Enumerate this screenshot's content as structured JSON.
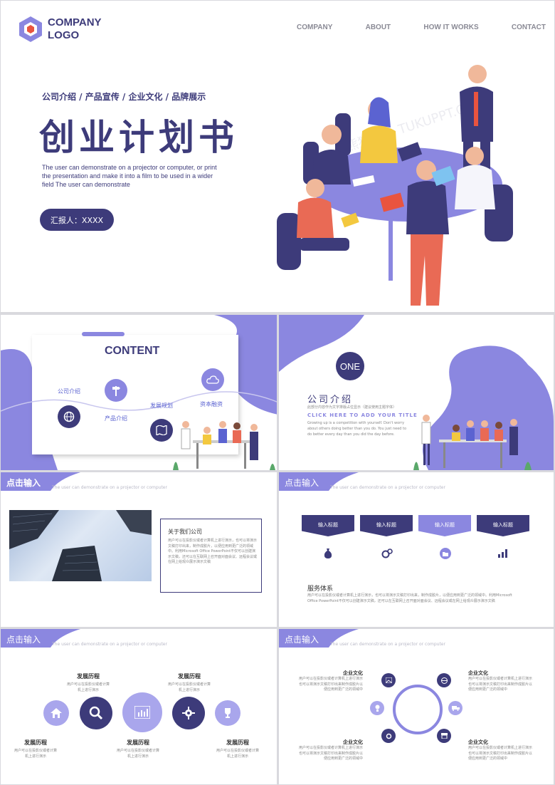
{
  "hero": {
    "logo_line1": "COMPANY",
    "logo_line2": "LOGO",
    "nav": [
      "COMPANY",
      "ABOUT",
      "HOW IT WORKS",
      "CONTACT"
    ],
    "tagline": "公司介绍 / 产品宣传 / 企业文化 / 品牌展示",
    "title": "创业计划书",
    "description": "The user can demonstrate on a projector or computer, or print the presentation and make it into a film to be used in a wider field The user can demonstrate",
    "reporter": "汇报人：XXXX",
    "watermark": "熊猫办公 TUKUPPT.COM"
  },
  "contents": {
    "title": "CONTENT",
    "items": [
      "公司介绍",
      "产品介绍",
      "发展规划",
      "资本融资"
    ]
  },
  "one": {
    "number": "ONE",
    "title": "公司介绍",
    "subtitle_small": "此部分内容作为文字排版占位显示（建议使用主题字体）",
    "click": "CLICK HERE TO ADD YOUR TITLE",
    "body": "Growing up is a competition with yourself. Don't worry about others doing better than you do. You just need to do better every day than you did the day before."
  },
  "about": {
    "tag": "点击输入",
    "tag_sub": "The user can demonstrate on a projector or computer",
    "box_title": "关于我们公司",
    "box_text": "用户可以在投影仪或者计算机上进行演示，也可以将演示文稿打印出来，制作成胶片，以便应用到更广泛的领域中。利用Microsoft Office PowerPoint不仅可以创建演示文稿，还可以在互联网上召开面对面会议、远程会议或在网上给观众展示演示文稿"
  },
  "services": {
    "tag": "点击输入",
    "tag_sub": "The user can demonstrate on a projector or computer",
    "headers": [
      "输入标题",
      "输入标题",
      "输入标题",
      "输入标题"
    ],
    "title": "服务体系",
    "text": "用户可以在投影仪或者计算机上进行演示，也可以将演示文稿打印出来，制作成胶片，以便应用到更广泛的领域中。利用Microsoft Office PowerPoint不仅可以创建演示文稿，还可以在互联网上召开面对面会议、远程会议或在网上给观众展示演示文稿"
  },
  "history": {
    "tag": "点击输入",
    "tag_sub": "The user can demonstrate on a projector or computer",
    "label": "发展历程",
    "text": "用户可以在投影仪或者计算机上进行演示"
  },
  "culture": {
    "tag": "点击输入",
    "tag_sub": "The user can demonstrate on a projector or computer",
    "label": "企业文化",
    "text": "用户可以在投影仪或者计算机上进行演示也可以将演示文稿打印出来制作成胶片以便应用到更广泛的领域中"
  },
  "colors": {
    "dark": "#3d3b7a",
    "purple": "#8b87e0",
    "light": "#a9a6ec"
  }
}
